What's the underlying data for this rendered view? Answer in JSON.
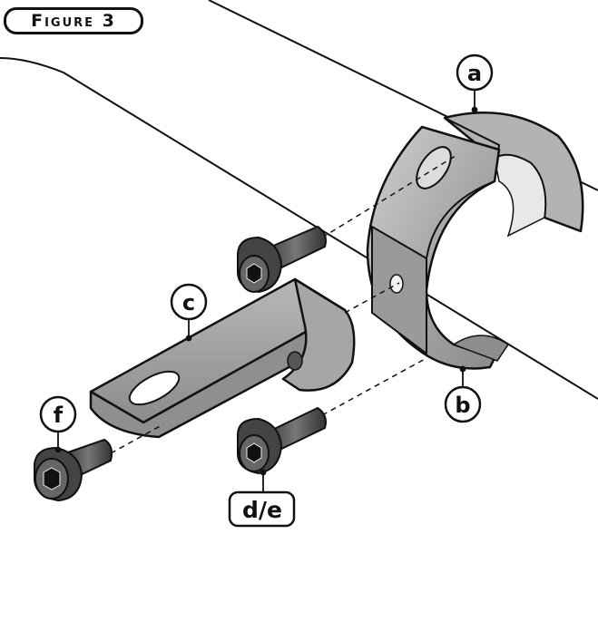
{
  "figure": {
    "title": "Figure 3"
  },
  "callouts": {
    "a": "a",
    "b": "b",
    "c": "c",
    "de": "d/e",
    "f": "f"
  },
  "icons": [
    "hex-socket-bolt-icon",
    "clamp-half-icon",
    "bracket-icon",
    "tube-icon"
  ]
}
